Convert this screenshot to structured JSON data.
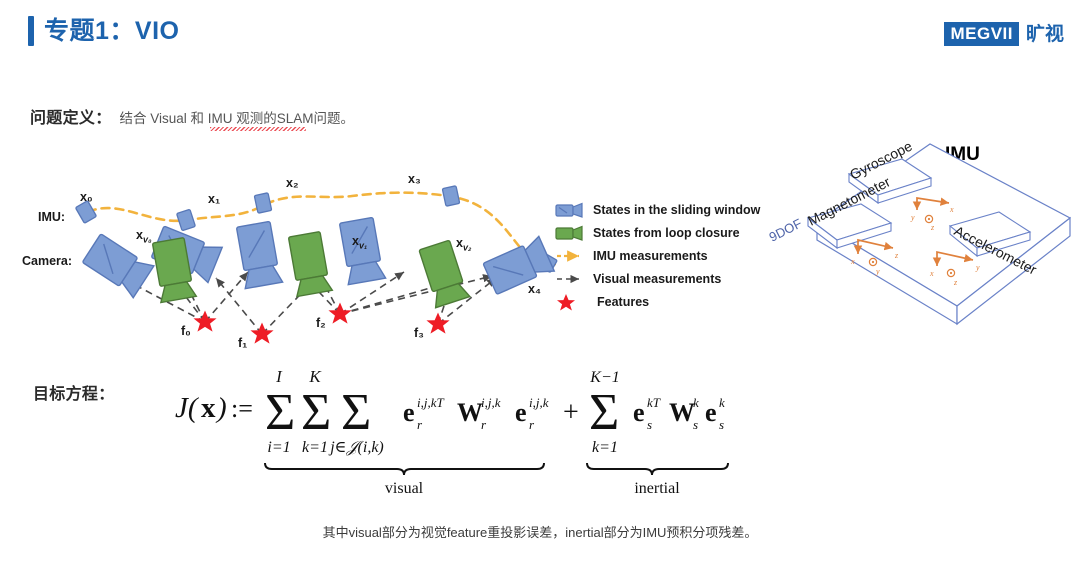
{
  "header": {
    "title": "专题1：VIO",
    "accent_color": "#1d63ad",
    "logo_mark": "MEGVII",
    "logo_cn": "旷视"
  },
  "problem": {
    "label": "问题定义：",
    "text": "结合 Visual 和 IMU 观测的SLAM问题。"
  },
  "diagram": {
    "row_labels": {
      "imu": "IMU:",
      "camera": "Camera:"
    },
    "state_labels": [
      "x₀",
      "x₁",
      "x₂",
      "x₃",
      "x₄"
    ],
    "loop_labels": [
      "x",
      "x",
      "x"
    ],
    "loop_label_subs": [
      "v₀",
      "v₁",
      "v₂"
    ],
    "feature_labels": [
      "f₀",
      "f₁",
      "f₂",
      "f₃"
    ],
    "colors": {
      "state_blue": "#7d9dd4",
      "state_blue_stroke": "#5878b8",
      "loop_green": "#6aa84f",
      "loop_green_stroke": "#4c7a36",
      "imu_trajectory": "#f2b33d",
      "visual_measurement": "#4a4a4a",
      "feature_red": "#ee1c25"
    }
  },
  "legend": {
    "items": [
      {
        "icon": "blue-camera-icon",
        "label": "States in the sliding window"
      },
      {
        "icon": "green-camera-icon",
        "label": "States from loop closure"
      },
      {
        "icon": "orange-dashed-arrow-icon",
        "label": "IMU measurements"
      },
      {
        "icon": "gray-dashed-arrow-icon",
        "label": "Visual measurements"
      },
      {
        "icon": "red-star-icon",
        "label": "Features"
      }
    ]
  },
  "imu_board": {
    "title": "IMU",
    "board_tag": "9DOF",
    "sensors": [
      "Gyroscope",
      "Magnetometer",
      "Accelerometer"
    ],
    "axes": {
      "gyroscope": {
        "left": "y",
        "right": "x",
        "center": "z"
      },
      "magnetometer": {
        "left": "x",
        "right": "z",
        "center": "y"
      },
      "accelerometer": {
        "left": "x",
        "right": "y",
        "center": "z"
      }
    },
    "colors": {
      "outline": "#6a82c8",
      "axis": "#e0813c"
    }
  },
  "objective": {
    "label": "目标方程：",
    "lhs": "J(x) :=",
    "visual_sums": [
      {
        "top": "I",
        "bottom": "i=1"
      },
      {
        "top": "K",
        "bottom": "k=1"
      },
      {
        "top": "",
        "bottom": "j∈𝒥(i,k)"
      }
    ],
    "visual_term": "e r i,j,kT  W r i,j,k  e r i,j,k",
    "plus": "+",
    "inertial_sum": {
      "top": "K−1",
      "bottom": "k=1"
    },
    "inertial_term": "e s kT  W s k  e s k",
    "brace_labels": {
      "visual": "visual",
      "inertial": "inertial"
    }
  },
  "caption": {
    "text": "其中visual部分为视觉feature重投影误差，inertial部分为IMU预积分项残差。"
  }
}
